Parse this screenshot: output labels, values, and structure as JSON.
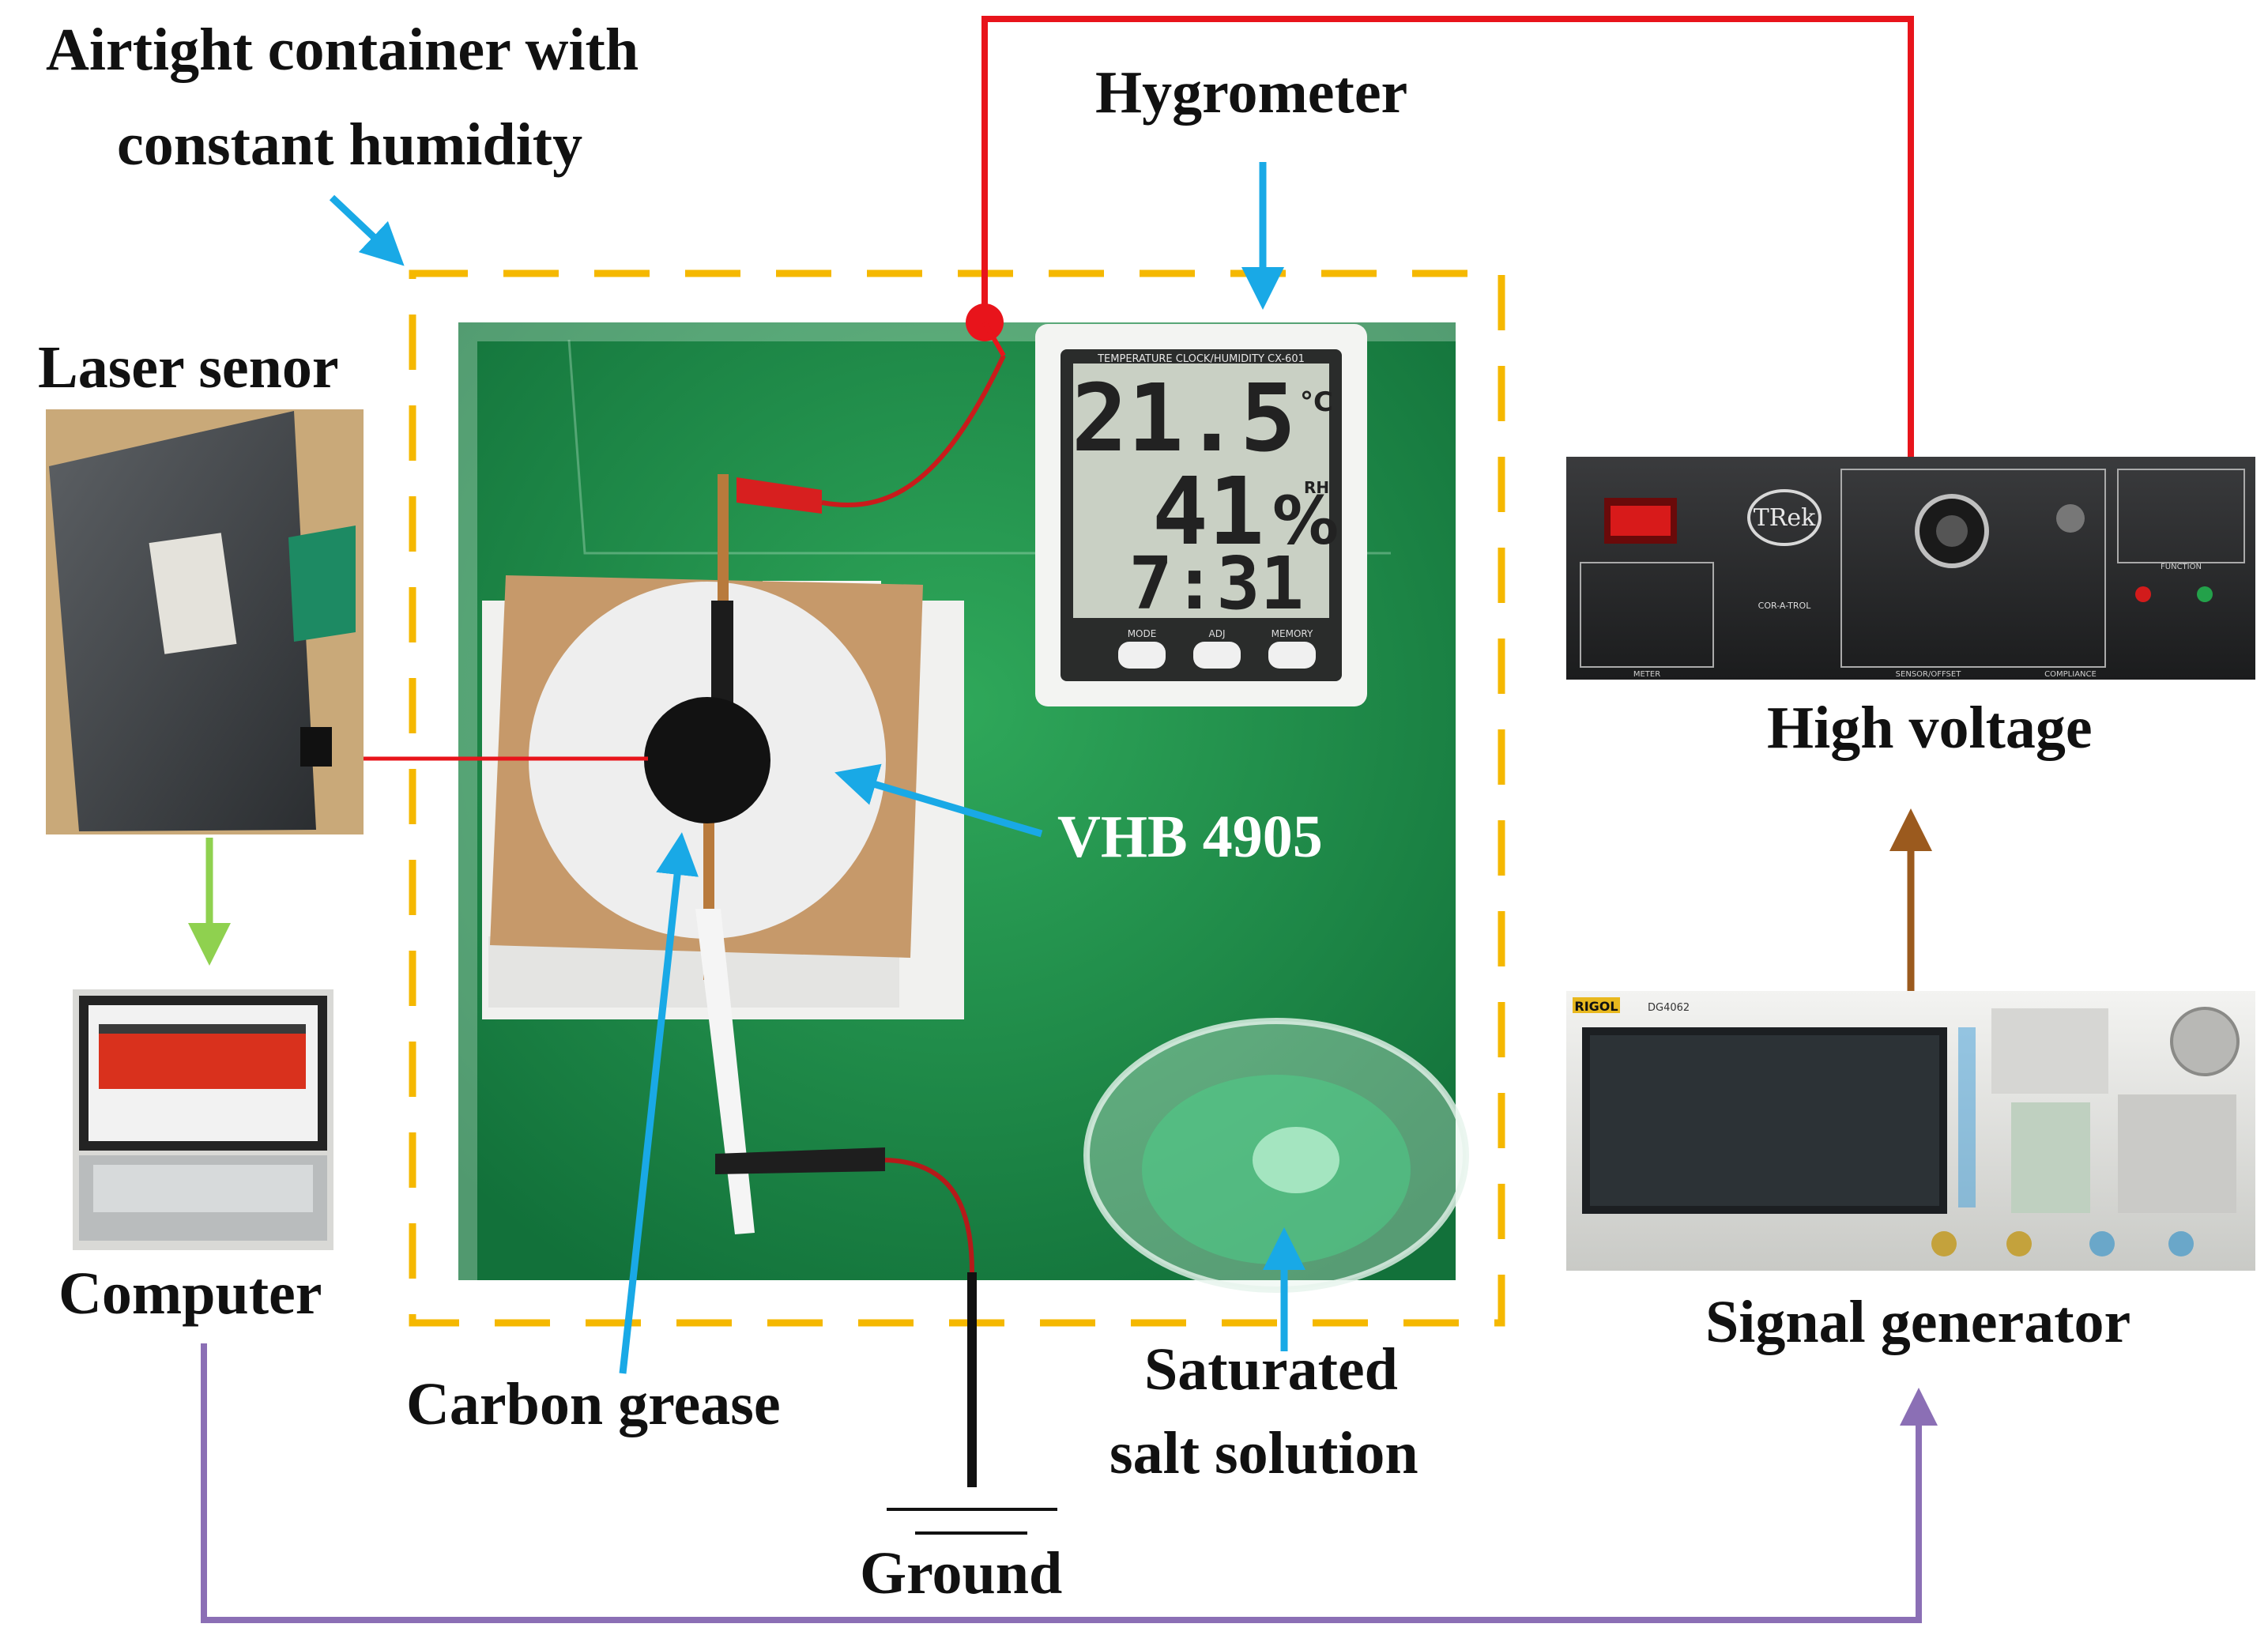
{
  "labels": {
    "airtight": [
      "Airtight container with",
      "constant humidity"
    ],
    "hygrometer": "Hygrometer",
    "laser": "Laser senor",
    "high_voltage": "High voltage",
    "vhb": "VHB 4905",
    "computer": "Computer",
    "signal_generator": "Signal generator",
    "carbon_grease": "Carbon grease",
    "saturated": [
      "Saturated",
      "salt solution"
    ],
    "ground": "Ground"
  },
  "hygrometer_display": {
    "header": "TEMPERATURE CLOCK/HUMIDITY  CX-601",
    "temperature": "21.5",
    "temp_unit": "°C",
    "humidity": "41",
    "humidity_unit": "%",
    "rh": "RH",
    "time": "7:31",
    "buttons": [
      "MODE",
      "ADJ",
      "MEMORY"
    ]
  },
  "high_voltage_panel": {
    "brand": "TRek",
    "model": "COR-A-TROL",
    "section_labels": [
      "METER",
      "SENSOR/OFFSET",
      "COMPLIANCE",
      "FUNCTION"
    ]
  },
  "signal_generator_panel": {
    "brand": "RIGOL",
    "series": "DG4062"
  },
  "colors": {
    "container_outline": "#f5b800",
    "hv_wire": "#e8141b",
    "laser_beam": "#e8141b",
    "arrow_blue": "#19a9e6",
    "arrow_green": "#8fd14f",
    "arrow_brown": "#9b5a1e",
    "comm_line": "#8b6fb5",
    "ground_wire": "#111111",
    "photo_green": "#1b8a46"
  },
  "icons": {
    "ground": "ground-symbol-icon",
    "laser": "laser-sensor-icon",
    "computer": "laptop-icon"
  }
}
